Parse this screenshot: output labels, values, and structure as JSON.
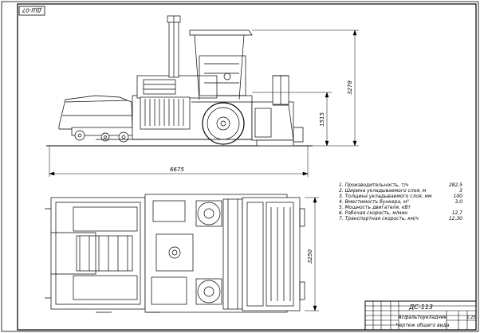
{
  "drawing": {
    "stamp": "ДШ-07",
    "dimensions": {
      "height_total": "3278",
      "height_mid": "1515",
      "length": "6675",
      "width": "3250"
    },
    "specs": [
      {
        "label": "1. Производительность, т/ч",
        "value": "282,5"
      },
      {
        "label": "2. Ширина укладываемого слоя, м",
        "value": "3"
      },
      {
        "label": "3. Толщина укладываемого слоя, мм",
        "value": "100"
      },
      {
        "label": "4. Вместимость бункера, м³",
        "value": "3,0"
      },
      {
        "label": "5. Мощность двигателя, кВт",
        "value": ""
      },
      {
        "label": "6. Рабочая скорость, м/мин",
        "value": "12,7"
      },
      {
        "label": "7. Транспортная скорость, км/ч",
        "value": "12,30"
      }
    ],
    "title_block": {
      "code": "ДС-113",
      "name_line1": "Асфальтоукладчик",
      "name_line2": "Чертеж общего вида",
      "sheet": "1:25"
    }
  }
}
